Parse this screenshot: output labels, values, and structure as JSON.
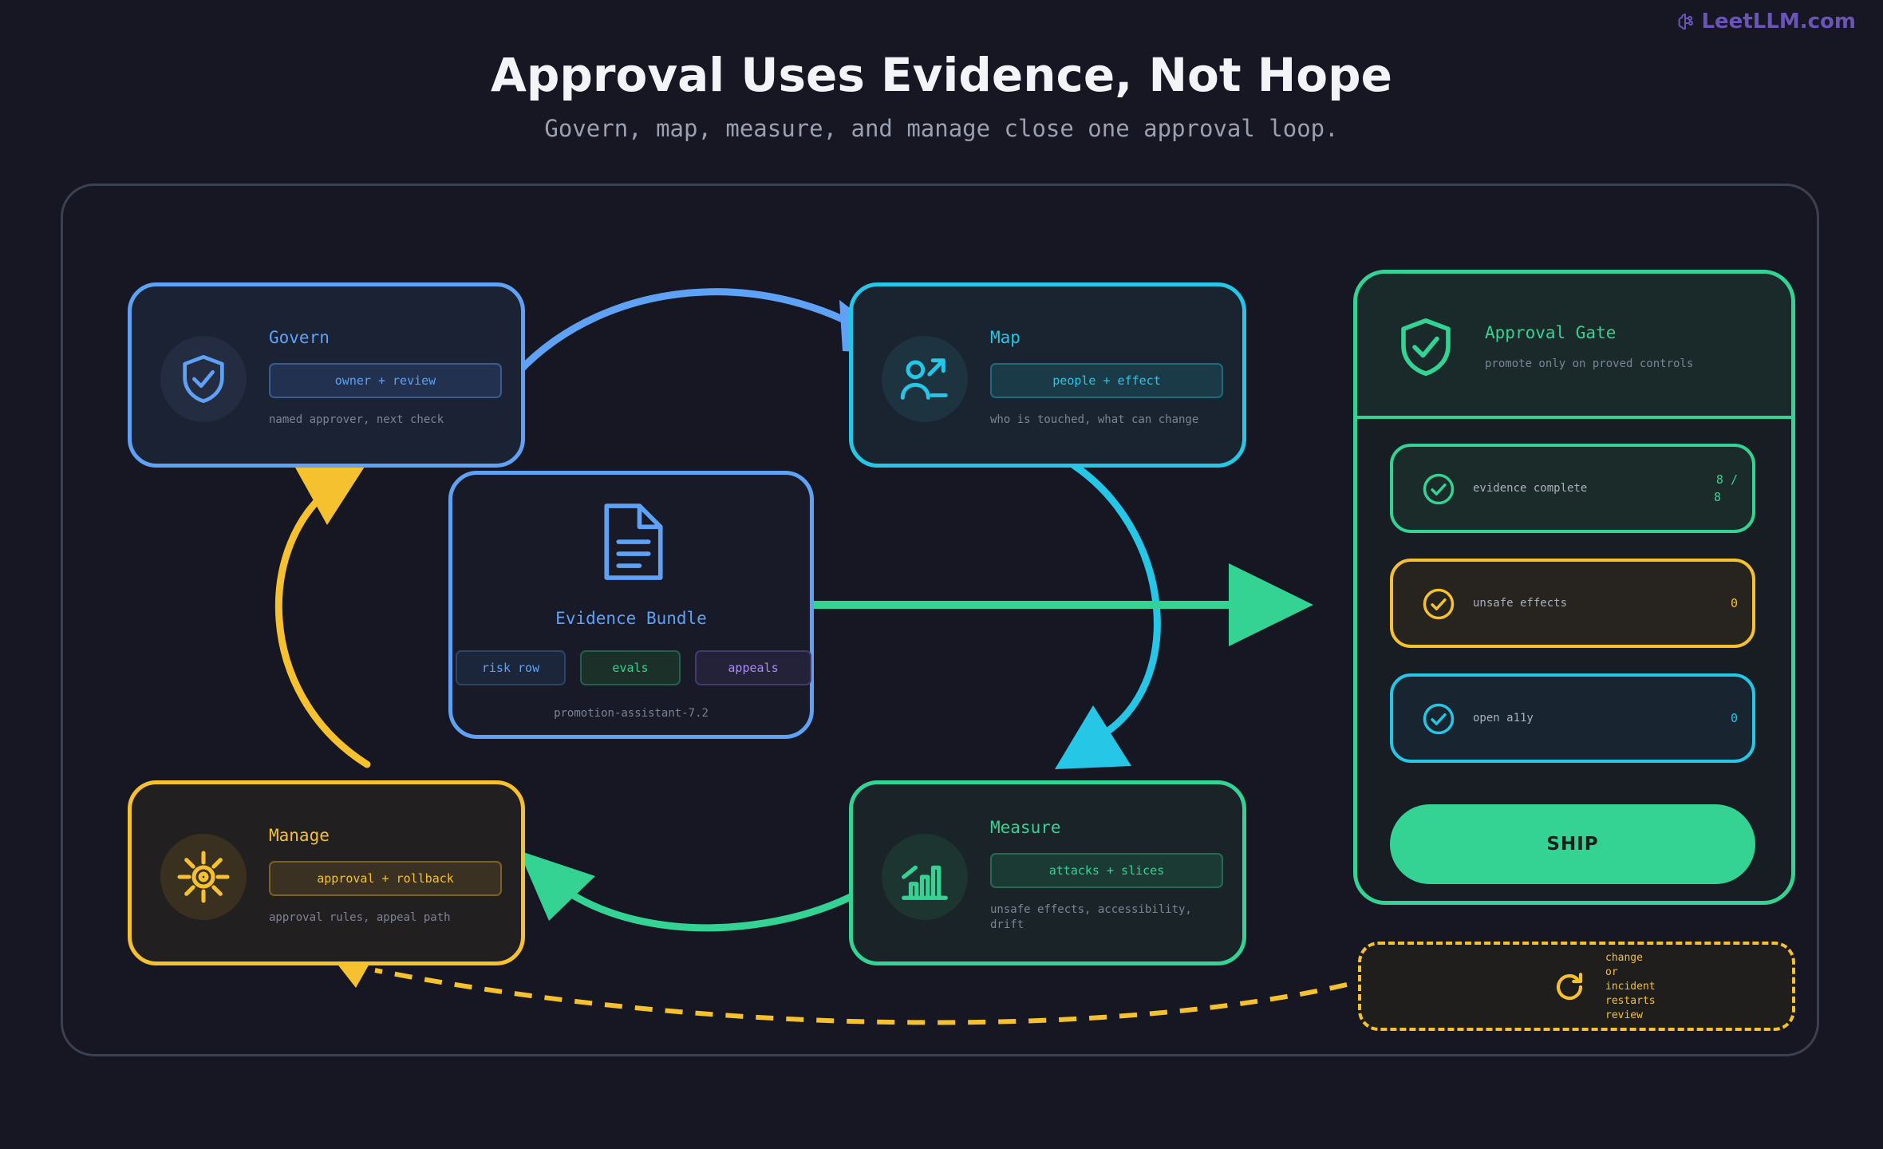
{
  "brand": {
    "name": "LeetLLM.com",
    "icon": "brain-icon"
  },
  "header": {
    "title": "Approval Uses Evidence, Not Hope",
    "subtitle": "Govern, map, measure, and manage close one approval loop."
  },
  "nodes": {
    "govern": {
      "title": "Govern",
      "pill": "owner + review",
      "desc": "named approver, next check",
      "icon": "shield-check-icon",
      "color": "#5fa1f4"
    },
    "map": {
      "title": "Map",
      "pill": "people + effect",
      "desc": "who is touched, what can change",
      "icon": "person-arrow-icon",
      "color": "#26c6e6"
    },
    "measure": {
      "title": "Measure",
      "pill": "attacks + slices",
      "desc_lines": [
        "unsafe effects, accessibility,",
        "drift"
      ],
      "icon": "bar-chart-icon",
      "color": "#34d393"
    },
    "manage": {
      "title": "Manage",
      "pill": "approval + rollback",
      "desc": "approval rules, appeal path",
      "icon": "gear-icon",
      "color": "#f5c12e"
    }
  },
  "evidence": {
    "title": "Evidence Bundle",
    "icon": "document-icon",
    "tags": [
      "risk row",
      "evals",
      "appeals"
    ],
    "footer": "promotion-assistant-7.2"
  },
  "gate": {
    "title": "Approval Gate",
    "subtitle": "promote only on proved controls",
    "icon": "shield-check-icon",
    "rows": [
      {
        "label": "evidence complete",
        "value_lines": [
          "8 /",
          "8"
        ],
        "color": "#34d393"
      },
      {
        "label": "unsafe effects",
        "value": "0",
        "color": "#f5c12e"
      },
      {
        "label": "open a11y",
        "value": "0",
        "color": "#26c6e6"
      }
    ],
    "ship_label": "SHIP"
  },
  "restart": {
    "icon": "refresh-icon",
    "lines": [
      "change",
      "or",
      "incident",
      "restarts",
      "review"
    ]
  },
  "colors": {
    "background": "#161722",
    "blue": "#5fa1f4",
    "cyan": "#26c6e6",
    "green": "#34d393",
    "yellow": "#f5c12e"
  }
}
